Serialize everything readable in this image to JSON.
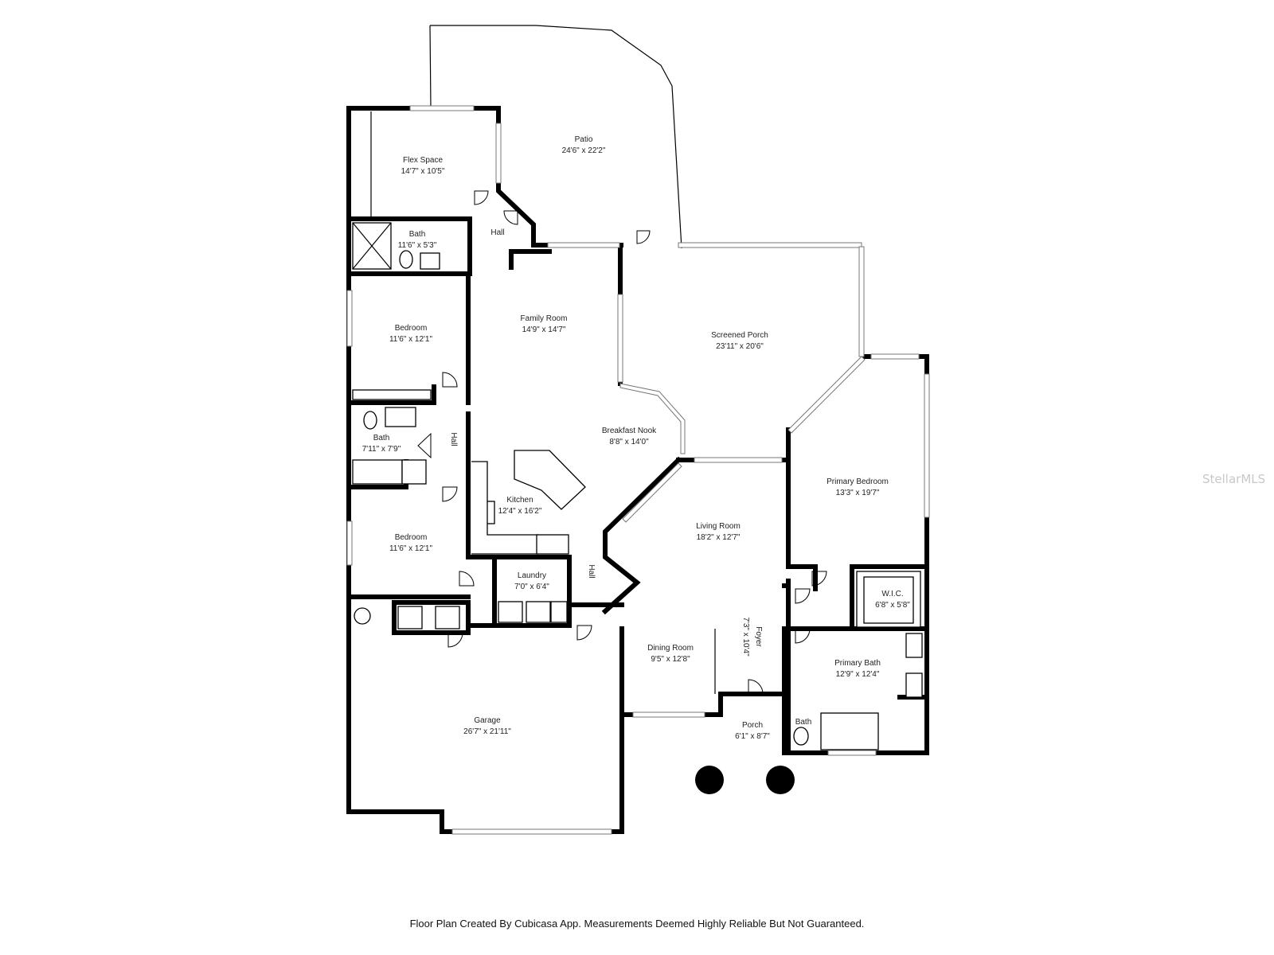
{
  "rooms": [
    {
      "id": "flex-space",
      "name": "Flex Space",
      "dims": "14'7\" x 10'5\""
    },
    {
      "id": "patio",
      "name": "Patio",
      "dims": "24'6\" x 22'2\""
    },
    {
      "id": "bath-1",
      "name": "Bath",
      "dims": "11'6\" x 5'3\""
    },
    {
      "id": "hall-1",
      "name": "Hall",
      "dims": ""
    },
    {
      "id": "family-room",
      "name": "Family Room",
      "dims": "14'9\" x 14'7\""
    },
    {
      "id": "screened-porch",
      "name": "Screened Porch",
      "dims": "23'11\" x 20'6\""
    },
    {
      "id": "bedroom-1",
      "name": "Bedroom",
      "dims": "11'6\" x 12'1\""
    },
    {
      "id": "breakfast-nook",
      "name": "Breakfast Nook",
      "dims": "8'8\" x 14'0\""
    },
    {
      "id": "bath-2",
      "name": "Bath",
      "dims": "7'11\" x 7'9\""
    },
    {
      "id": "hall-2",
      "name": "Hall",
      "dims": ""
    },
    {
      "id": "primary-bedroom",
      "name": "Primary Bedroom",
      "dims": "13'3\" x 19'7\""
    },
    {
      "id": "kitchen",
      "name": "Kitchen",
      "dims": "12'4\" x 16'2\""
    },
    {
      "id": "living-room",
      "name": "Living Room",
      "dims": "18'2\" x 12'7\""
    },
    {
      "id": "bedroom-2",
      "name": "Bedroom",
      "dims": "11'6\" x 12'1\""
    },
    {
      "id": "laundry",
      "name": "Laundry",
      "dims": "7'0\" x 6'4\""
    },
    {
      "id": "hall-3",
      "name": "Hall",
      "dims": ""
    },
    {
      "id": "wic",
      "name": "W.I.C.",
      "dims": "6'8\" x 5'8\""
    },
    {
      "id": "foyer",
      "name": "Foyer",
      "dims": "7'3\" x 10'4\""
    },
    {
      "id": "dining-room",
      "name": "Dining Room",
      "dims": "9'5\" x 12'8\""
    },
    {
      "id": "primary-bath",
      "name": "Primary Bath",
      "dims": "12'9\" x 12'4\""
    },
    {
      "id": "garage",
      "name": "Garage",
      "dims": "26'7\" x 21'11\""
    },
    {
      "id": "porch",
      "name": "Porch",
      "dims": "6'1\" x 8'7\""
    },
    {
      "id": "bath-3",
      "name": "Bath",
      "dims": ""
    }
  ],
  "footer": "Floor Plan Created By Cubicasa App. Measurements Deemed Highly Reliable But Not Guaranteed.",
  "watermark": "StellarMLS"
}
